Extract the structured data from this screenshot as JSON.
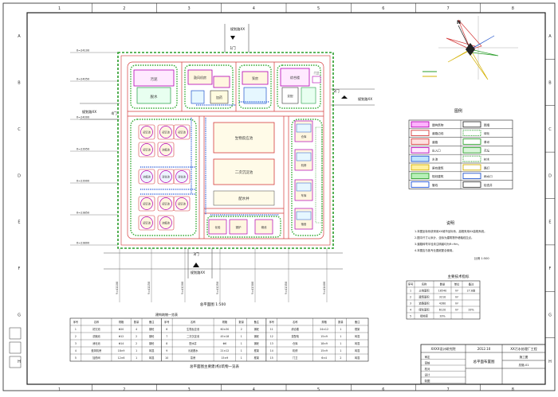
{
  "frame": {
    "top_numbers": [
      "1",
      "2",
      "3",
      "4",
      "5",
      "6",
      "7",
      "8"
    ],
    "side_letters": [
      "A",
      "B",
      "C",
      "D",
      "E",
      "F",
      "G",
      "H"
    ]
  },
  "north_arrow": {
    "label": "N"
  },
  "gates": {
    "north": "1门",
    "west": "4门",
    "east": "2门",
    "south": "3门",
    "north_road": "规划路XX",
    "west_road": "规划路XX",
    "east_road": "规划路XX",
    "south_road": "规划路XX"
  },
  "left_coords": [
    "X=24100",
    "X=24050",
    "X=24000",
    "X=23950",
    "X=23900",
    "X=23850",
    "X=23800"
  ],
  "bottom_coords": [
    "Y=41100",
    "Y=41150",
    "Y=41200",
    "Y=41250",
    "Y=41300",
    "Y=41350",
    "Y=41400"
  ],
  "buildings": {
    "nw1": "污泥",
    "nw2": "脱水",
    "n1": "鼓风机房",
    "n2": "加药",
    "n3": "泵房",
    "n4": "综合楼",
    "n5": "变配",
    "ne1": "门卫",
    "main1": "生物反应池",
    "main2": "二次沉淀池",
    "main3": "配水井",
    "west_tanks": [
      "初沉池",
      "初沉池",
      "初沉池",
      "初沉池",
      "浓缩池",
      "浓缩池",
      "消化池",
      "消化池"
    ],
    "east_blocks": [
      "仓库",
      "机修",
      "车库",
      "宿舍",
      "食堂"
    ],
    "south_blocks": [
      "化验",
      "锅炉",
      "储池"
    ]
  },
  "legend": {
    "title": "图例",
    "items": [
      "建构筑物",
      "围墙",
      "道路边线",
      "绿化",
      "道路",
      "草坪",
      "出入口",
      "花坛",
      "水池",
      "树木",
      "原有建筑",
      "路灯",
      "规划建筑",
      "雨水口",
      "管线",
      "检查井"
    ]
  },
  "notes": {
    "title": "说明",
    "lines": [
      "1.本图坐标系统采用XX城市坐标系，高程采用XX高程系统。",
      "2.图中尺寸以米计，坐标为建筑物外墙轴线交点。",
      "3.道路转弯半径未注明者均为R=9m。",
      "4.本图应与各专业图纸配合使用。"
    ],
    "scale": "比例 1:500"
  },
  "summary_table": {
    "title": "主要技术指标",
    "headers": [
      "序号",
      "名称",
      "数量",
      "单位",
      "备注"
    ],
    "rows": [
      [
        "1",
        "占地面积",
        "18540",
        "m²",
        "27.8亩"
      ],
      [
        "2",
        "建筑面积",
        "3210",
        "m²",
        ""
      ],
      [
        "3",
        "道路面积",
        "4260",
        "m²",
        ""
      ],
      [
        "4",
        "绿化面积",
        "6120",
        "m²",
        "33%"
      ],
      [
        "5",
        "绿地率",
        "33%",
        "",
        ""
      ]
    ]
  },
  "section_label": "总平面图 1:500",
  "big_table": {
    "title": "建构筑物一览表",
    "caption": "总平面图主要建(构)筑物一览表",
    "headers": [
      "序号",
      "名称",
      "规格",
      "数量",
      "备注",
      "序号",
      "名称",
      "规格",
      "数量",
      "备注",
      "序号",
      "名称",
      "规格",
      "数量",
      "备注"
    ],
    "rows": [
      [
        "1",
        "初沉池",
        "Φ20",
        "4",
        "钢砼",
        "6",
        "生物反应池",
        "60×30",
        "2",
        "钢砼",
        "11",
        "综合楼",
        "24×12",
        "1",
        "框架"
      ],
      [
        "2",
        "浓缩池",
        "Φ12",
        "2",
        "钢砼",
        "7",
        "二次沉淀池",
        "45×18",
        "1",
        "钢砼",
        "12",
        "变配电",
        "15×9",
        "1",
        "砖混"
      ],
      [
        "3",
        "消化池",
        "Φ14",
        "2",
        "钢砼",
        "8",
        "配水井",
        "Φ6",
        "1",
        "钢砼",
        "13",
        "仓库",
        "18×9",
        "1",
        "砖混"
      ],
      [
        "4",
        "鼓风机房",
        "18×9",
        "1",
        "砖混",
        "9",
        "污泥脱水",
        "21×12",
        "1",
        "框架",
        "14",
        "机修",
        "15×9",
        "1",
        "砖混"
      ],
      [
        "5",
        "加药间",
        "12×6",
        "1",
        "砖混",
        "10",
        "泵房",
        "15×9",
        "1",
        "框架",
        "15",
        "门卫",
        "6×4",
        "2",
        "砖混"
      ]
    ]
  },
  "title_block": {
    "company": "XXXX设计研究院",
    "project": "XX污水处理厂工程",
    "drawing": "总平面布置图",
    "phase": "施工图",
    "number": "总施-01",
    "date": "2012.10",
    "roles": [
      "审定",
      "审核",
      "校对",
      "设计",
      "制图"
    ]
  }
}
